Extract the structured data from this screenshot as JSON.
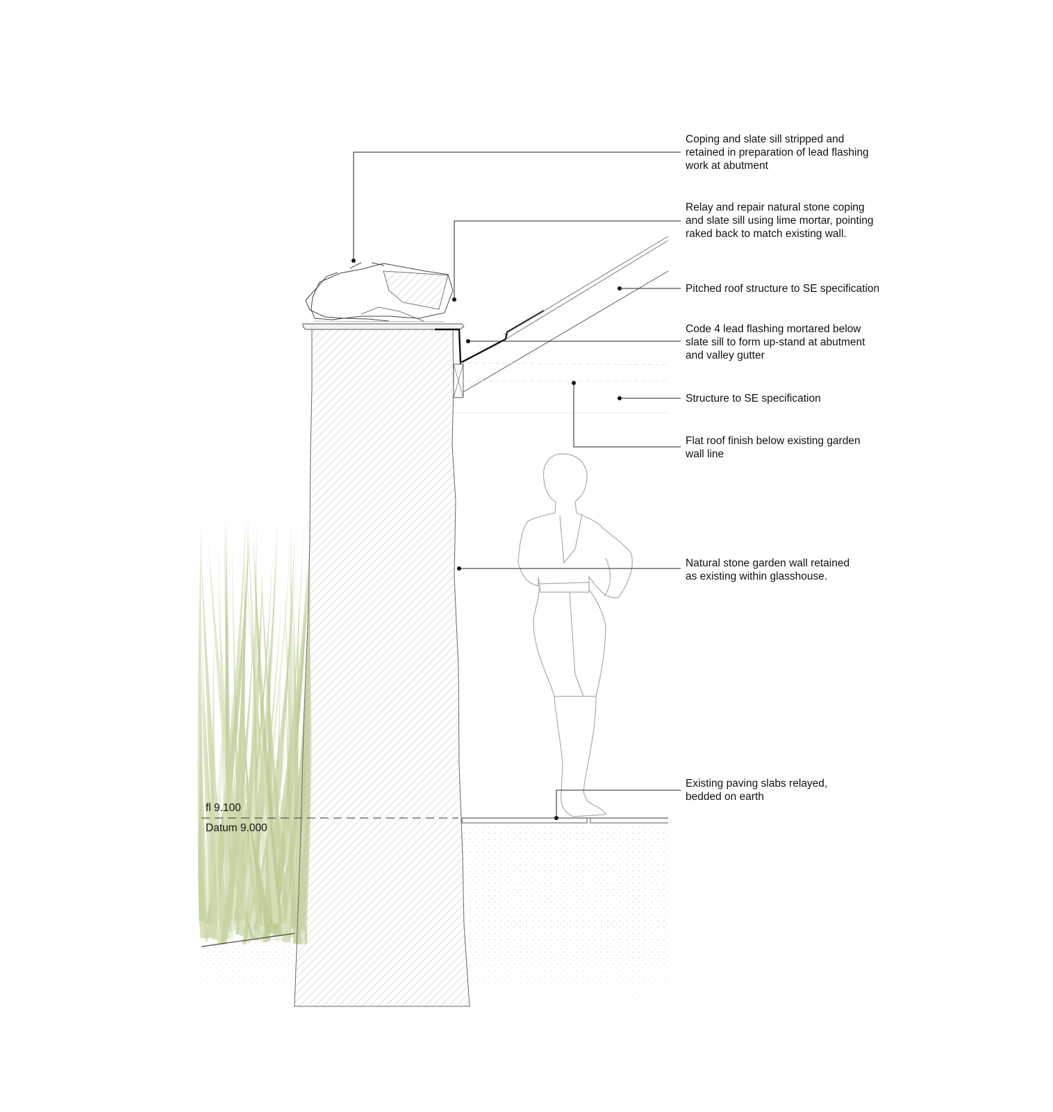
{
  "annotations": {
    "coping_stripped": "Coping and slate sill stripped and\nretained in preparation of lead flashing\nwork at abutment",
    "relay_repair": "Relay and repair natural stone coping\nand slate sill using lime mortar, pointing\nraked back to match existing wall.",
    "pitched_roof": "Pitched roof structure to SE specification",
    "lead_flashing": "Code 4 lead flashing mortared below\nslate sill to form up-stand at abutment\nand valley gutter",
    "structure": "Structure to SE specification",
    "flat_roof": "Flat roof finish below existing garden\nwall line",
    "stone_wall": "Natural stone garden wall retained\nas existing within glasshouse.",
    "paving": "Existing paving slabs relayed,\nbedded on earth"
  },
  "levels": {
    "floor_level": "fl 9.100",
    "datum": "Datum 9.000"
  },
  "colors": {
    "line": "#1a1a1a",
    "light_line": "#9a9a9a",
    "hatch": "#b5b5b5",
    "grass": "#c9d6a4",
    "grass_dark": "#b6c58a"
  },
  "icons": {
    "figure": "standing-person-outline",
    "plants": "grass-tufts"
  }
}
